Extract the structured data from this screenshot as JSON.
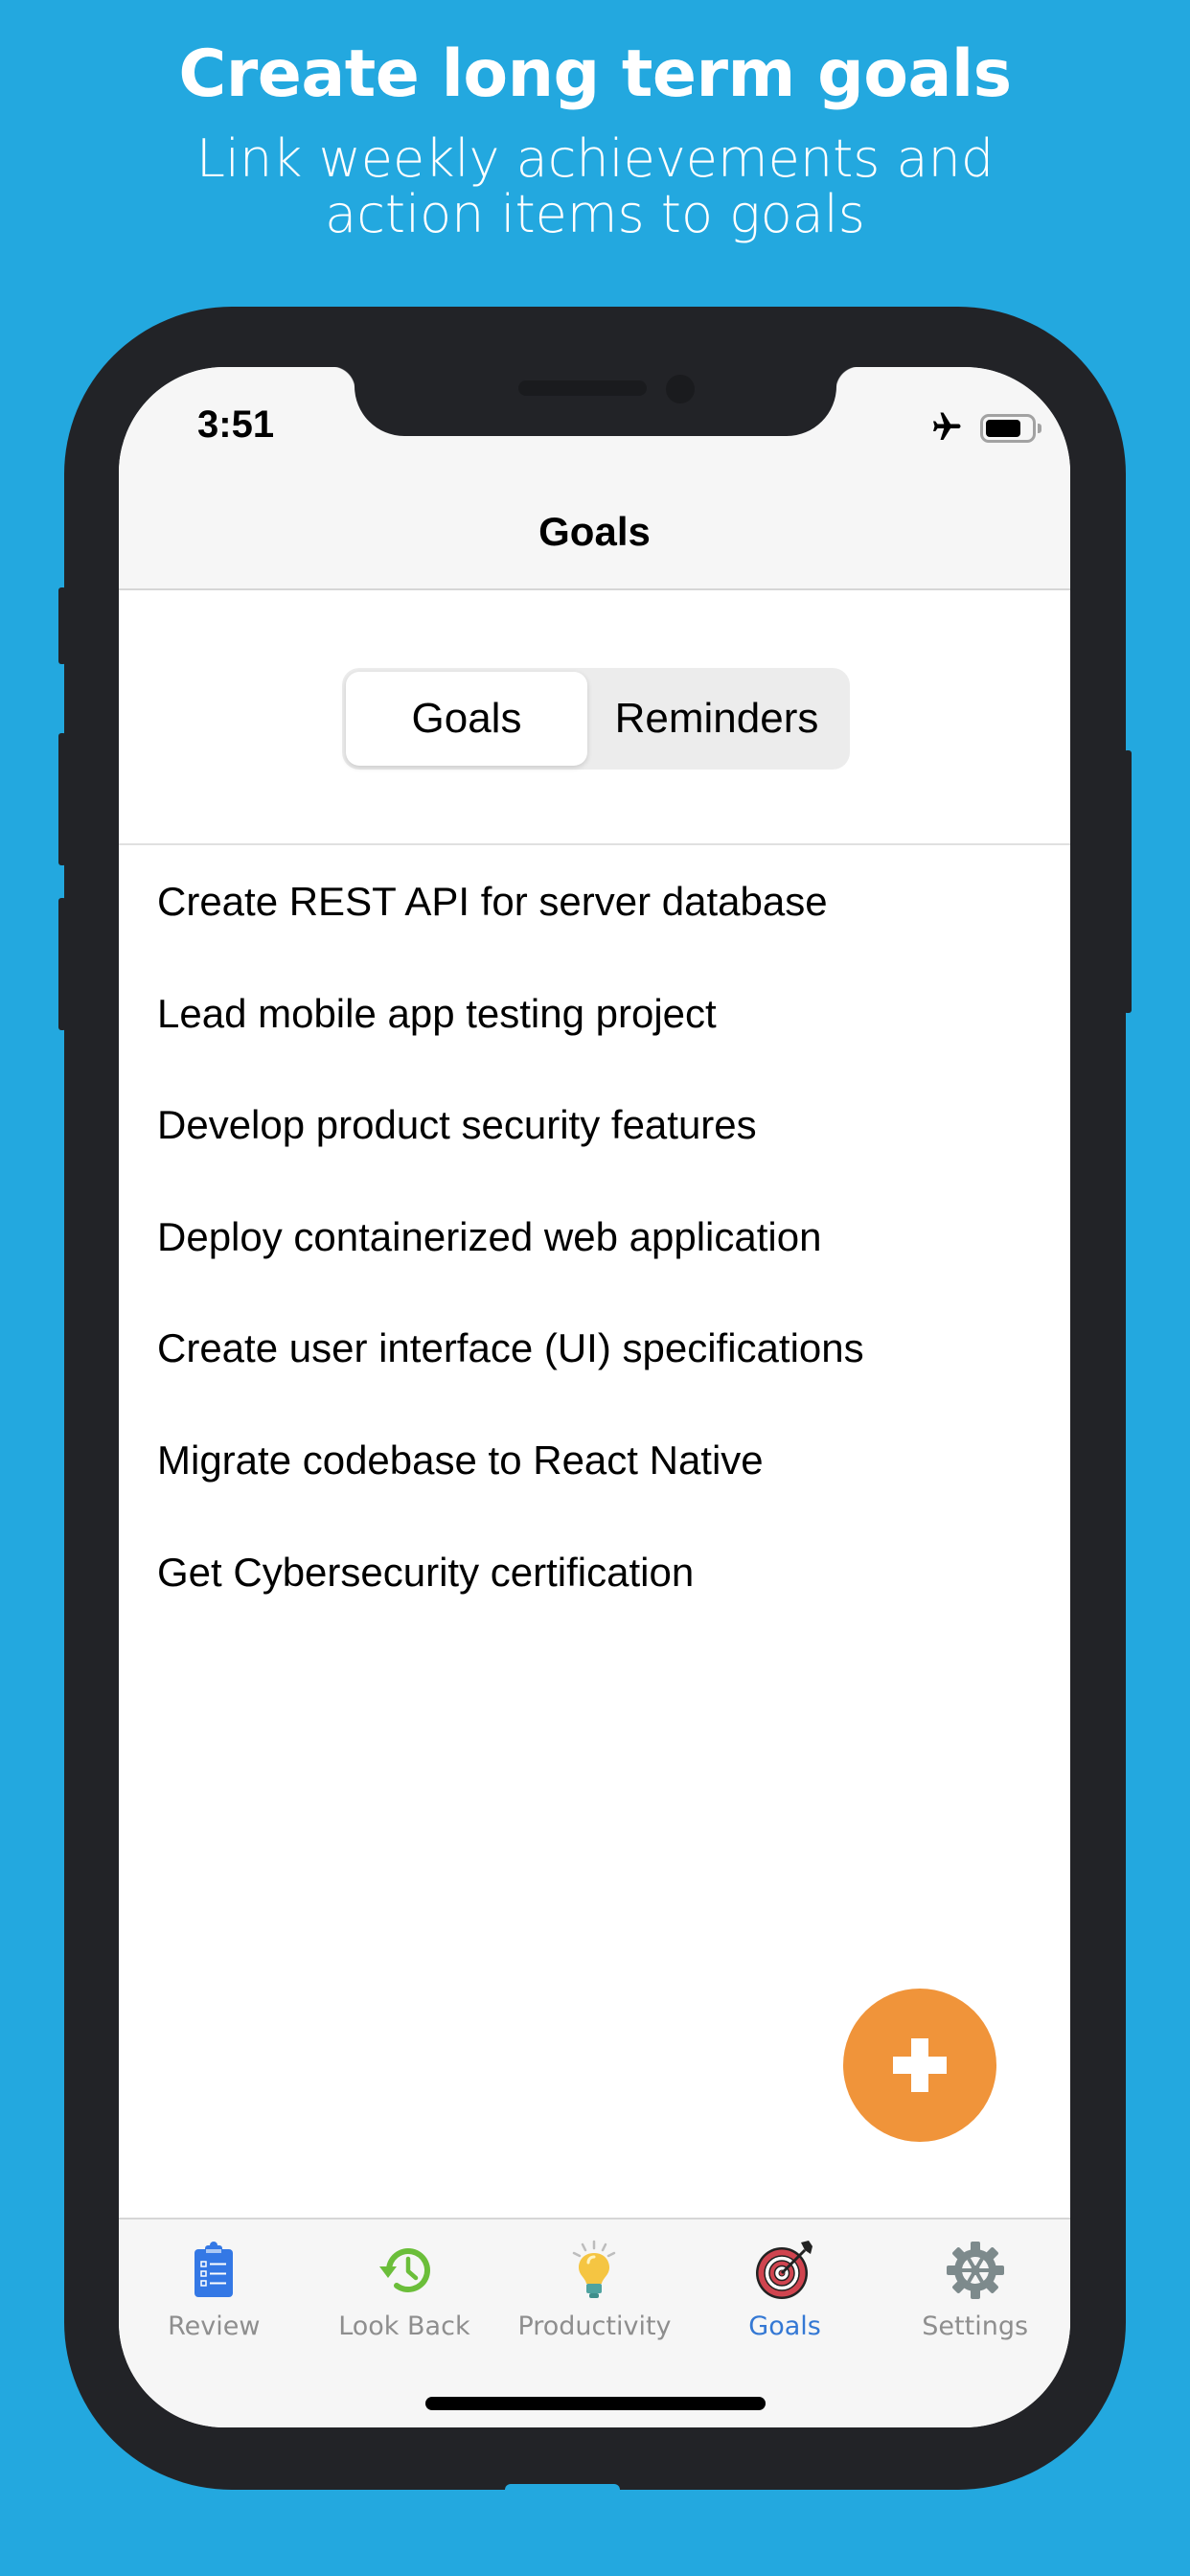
{
  "promo": {
    "title": "Create long term goals",
    "subtitle_line1": "Link weekly achievements and",
    "subtitle_line2": "action items to goals",
    "background_color": "#23A8DF"
  },
  "status_bar": {
    "time": "3:51",
    "icons": [
      "airplane-mode-icon",
      "battery-icon"
    ]
  },
  "nav": {
    "title": "Goals"
  },
  "segmented_control": {
    "options": [
      {
        "label": "Goals",
        "selected": true
      },
      {
        "label": "Reminders",
        "selected": false
      }
    ]
  },
  "goals": {
    "items": [
      "Create REST API for server database",
      "Lead mobile app testing project",
      "Develop product security features",
      "Deploy containerized web application",
      "Create user interface (UI) specifications",
      "Migrate codebase to React Native",
      "Get Cybersecurity certification"
    ]
  },
  "fab": {
    "icon": "plus-icon",
    "color": "#F0943A"
  },
  "tabbar": {
    "active_color": "#3478D4",
    "inactive_color": "#8E8E8E",
    "tabs": [
      {
        "label": "Review",
        "icon": "clipboard-icon",
        "active": false
      },
      {
        "label": "Look Back",
        "icon": "history-icon",
        "active": false
      },
      {
        "label": "Productivity",
        "icon": "lightbulb-icon",
        "active": false
      },
      {
        "label": "Goals",
        "icon": "target-icon",
        "active": true
      },
      {
        "label": "Settings",
        "icon": "gear-icon",
        "active": false
      }
    ]
  }
}
